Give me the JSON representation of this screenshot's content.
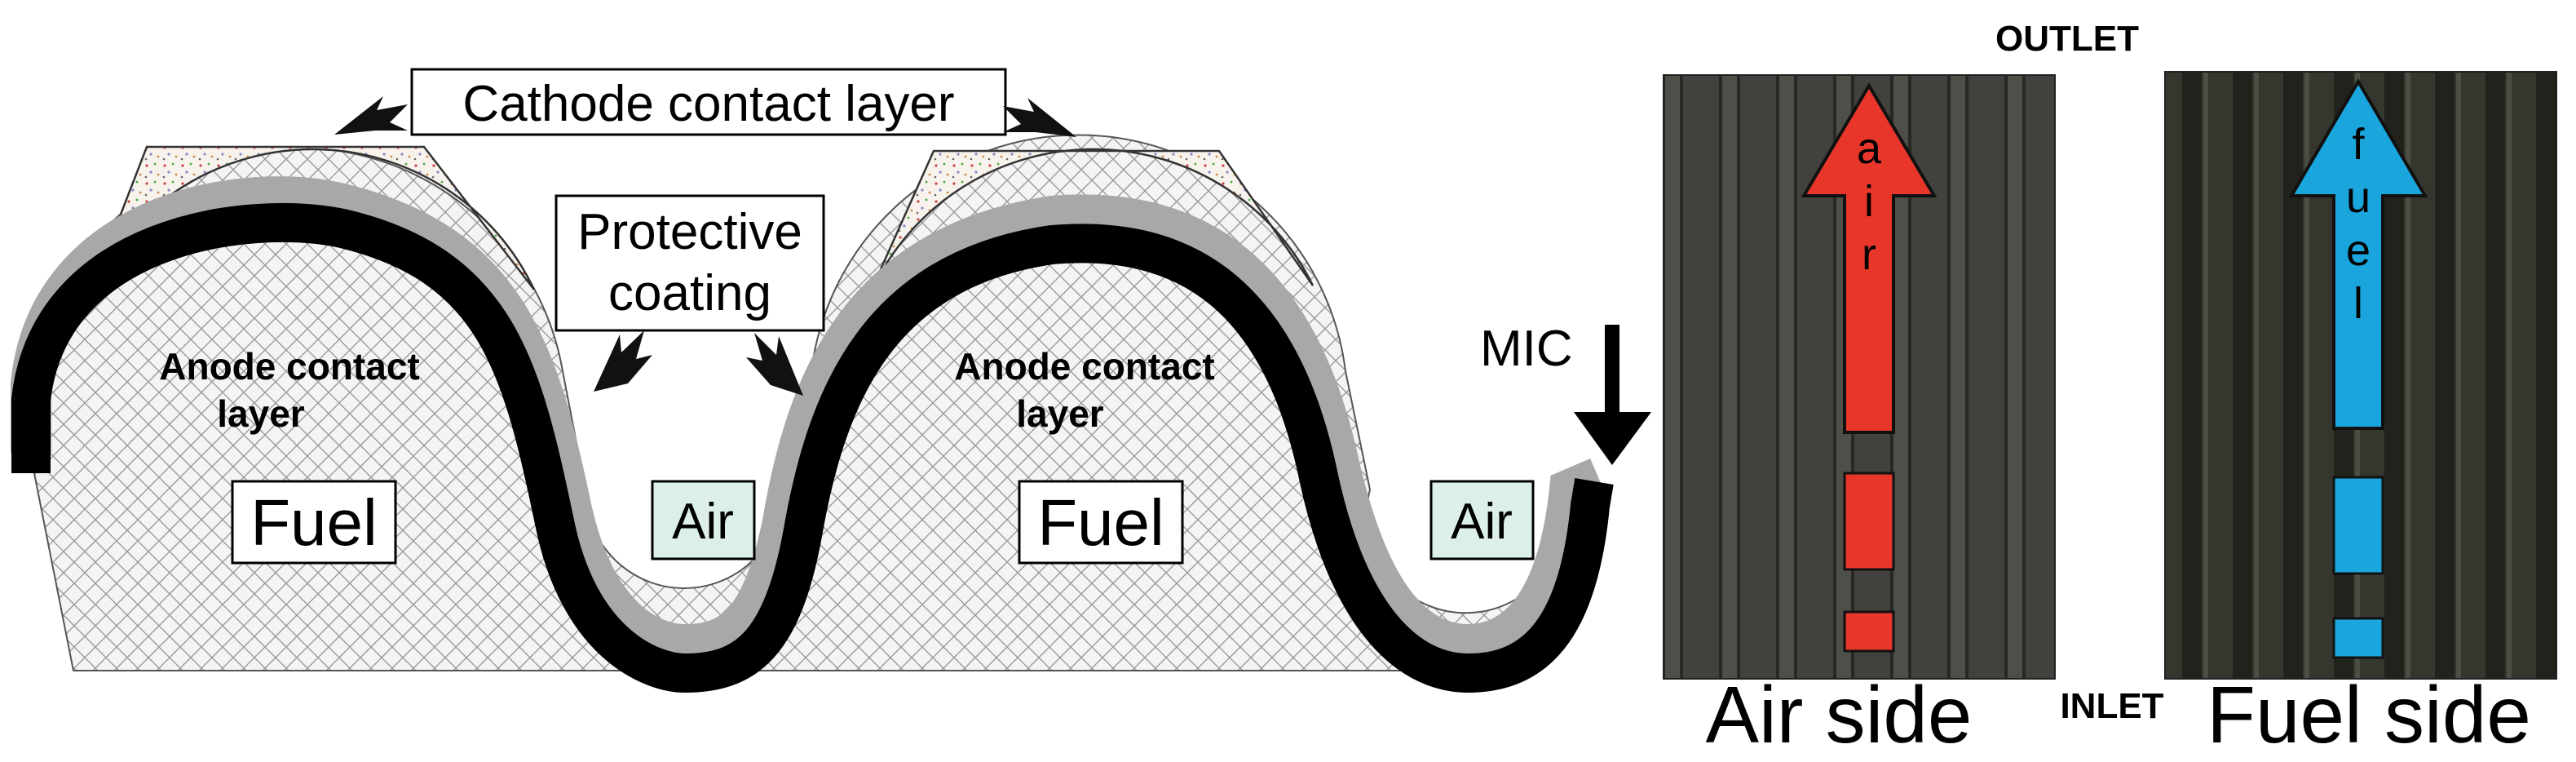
{
  "diagram": {
    "labels": {
      "cathode_contact_layer": "Cathode contact layer",
      "protective_coating_line1": "Protective",
      "protective_coating_line2": "coating",
      "anode_contact_layer_line1": "Anode contact",
      "anode_contact_layer_line2": "layer",
      "fuel": "Fuel",
      "air": "Air",
      "mic": "MIC"
    },
    "photos": {
      "outlet": "OUTLET",
      "inlet": "INLET",
      "air_side_caption": "Air side",
      "fuel_side_caption": "Fuel side",
      "air_arrow_letters": [
        "a",
        "i",
        "r"
      ],
      "fuel_arrow_letters": [
        "f",
        "u",
        "e",
        "l"
      ]
    },
    "colors": {
      "air_arrow": "#e8362a",
      "fuel_arrow": "#1aa6dc",
      "interconnect": "#000000",
      "coating": "#a8a8a8",
      "air_box": "#dcefe8",
      "photo_bg": "#3a3a35"
    }
  }
}
